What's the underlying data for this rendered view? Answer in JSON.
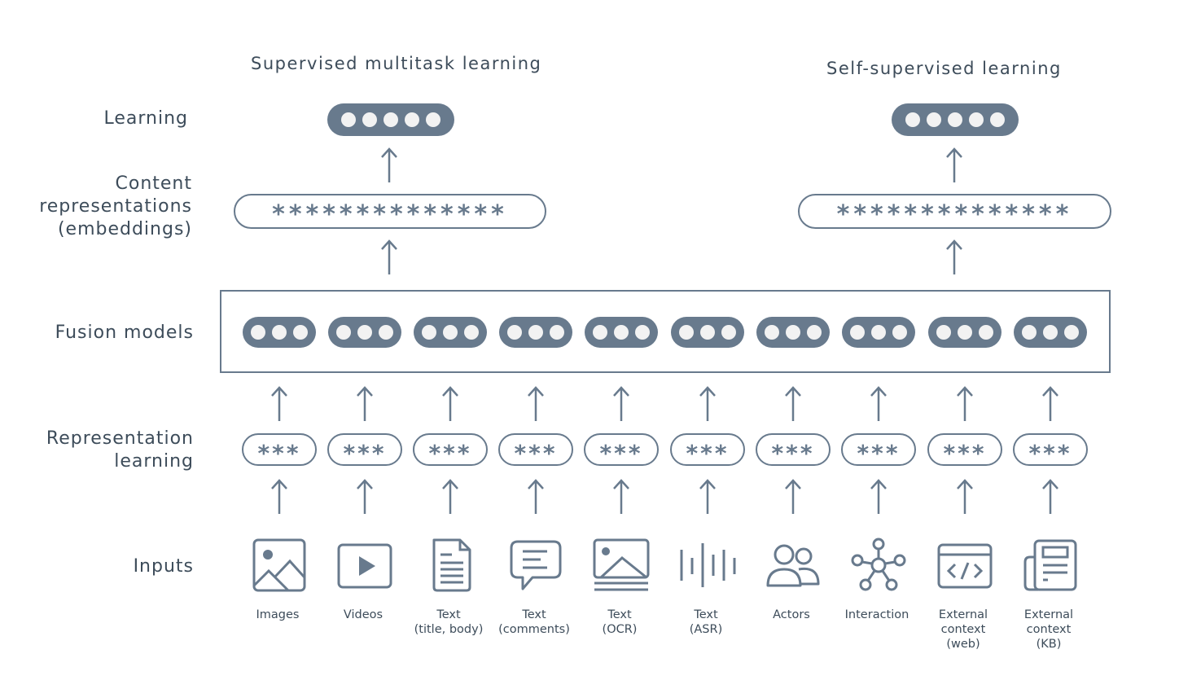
{
  "colors": {
    "primary": "#687a8d",
    "text": "#3d4c5a",
    "dot": "#f2f2f2"
  },
  "row_labels": {
    "learning": "Learning",
    "content_representations": "Content\nrepresentations\n(embeddings)",
    "fusion_models": "Fusion models",
    "representation_learning": "Representation\nlearning",
    "inputs": "Inputs"
  },
  "branches": [
    {
      "title": "Supervised multitask learning",
      "learning_dots": 5,
      "embedding": "**************"
    },
    {
      "title": "Self-supervised learning",
      "learning_dots": 5,
      "embedding": "**************"
    }
  ],
  "fusion": {
    "dots_per_model": 3
  },
  "representation": {
    "text": "***"
  },
  "inputs": [
    {
      "icon": "image-icon",
      "label": "Images"
    },
    {
      "icon": "video-play-icon",
      "label": "Videos"
    },
    {
      "icon": "document-icon",
      "label": "Text\n(title, body)"
    },
    {
      "icon": "comment-bubble-icon",
      "label": "Text\n(comments)"
    },
    {
      "icon": "image-with-caption-icon",
      "label": "Text\n(OCR)"
    },
    {
      "icon": "audio-waveform-icon",
      "label": "Text\n(ASR)"
    },
    {
      "icon": "people-icon",
      "label": "Actors"
    },
    {
      "icon": "network-graph-icon",
      "label": "Interaction"
    },
    {
      "icon": "code-browser-icon",
      "label": "External\ncontext\n(web)"
    },
    {
      "icon": "newspaper-icon",
      "label": "External\ncontext\n(KB)"
    }
  ]
}
